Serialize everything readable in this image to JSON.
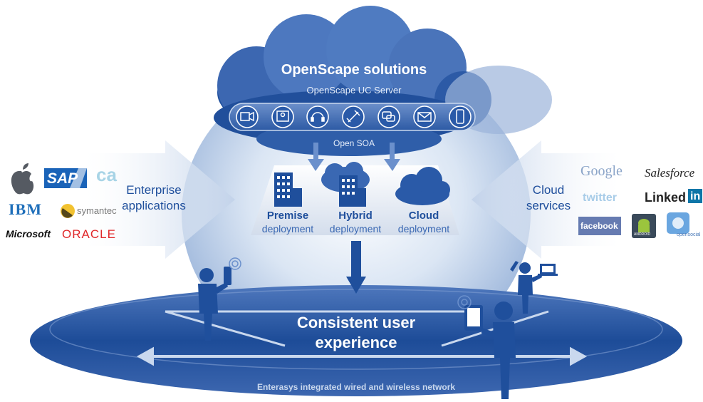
{
  "cloud": {
    "title": "OpenScape solutions",
    "server_label": "OpenScape UC Server",
    "soa_label": "Open SOA",
    "service_icons": [
      "video-icon",
      "conference-icon",
      "headset-icon",
      "phone-icon",
      "chat-icon",
      "mail-icon",
      "mobile-icon"
    ]
  },
  "deployments": [
    {
      "bold": "Premise",
      "sub": "deployment",
      "icon": "building-icon"
    },
    {
      "bold": "Hybrid",
      "sub": "deployment",
      "icon": "building-cloud-icon"
    },
    {
      "bold": "Cloud",
      "sub": "deployment",
      "icon": "cloud-icon"
    }
  ],
  "left_arrow": {
    "line1": "Enterprise",
    "line2": "applications"
  },
  "right_arrow": {
    "line1": "Cloud",
    "line2": "services"
  },
  "left_logos": {
    "sap": "SAP",
    "ca": "ca",
    "ibm": "IBM",
    "symantec": "symantec",
    "microsoft": "Microsoft",
    "oracle": "ORACLE",
    "apple_icon": "apple-icon"
  },
  "right_logos": {
    "google": "Google",
    "salesforce": "Salesforce",
    "twitter": "twitter",
    "linkedin_text": "Linked",
    "linkedin_in": "in",
    "facebook": "facebook",
    "android": "ANDROID",
    "opensocial": "opensocial"
  },
  "ellipse": {
    "line1": "Consistent user",
    "line2": "experience",
    "network": "Enterasys integrated wired and wireless network"
  },
  "colors": {
    "primary_blue": "#1f4f9c",
    "dark_blue": "#163f85",
    "light_blue": "#c9d8ee",
    "accent_red": "#e0282a"
  }
}
